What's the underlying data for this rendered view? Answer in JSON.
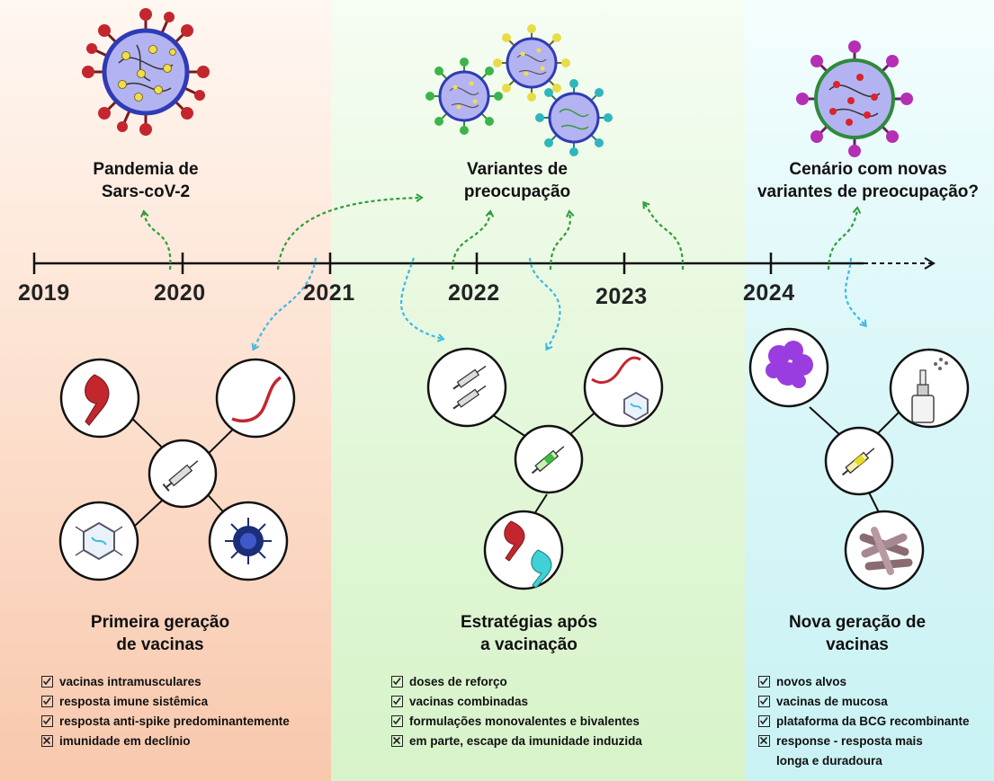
{
  "years": [
    "2019",
    "2020",
    "2021",
    "2022",
    "2023",
    "2024"
  ],
  "top_titles": {
    "pandemic": [
      "Pandemia de",
      "Sars-coV-2"
    ],
    "variants": [
      "Variantes de",
      "preocupação"
    ],
    "future": [
      "Cenário com novas",
      "variantes de preocupação?"
    ]
  },
  "sections": [
    {
      "title": [
        "Primeira geração",
        "de vacinas"
      ],
      "items": [
        {
          "text": "vacinas intramusculares",
          "icon": "check-box-icon"
        },
        {
          "text": "resposta imune sistêmica",
          "icon": "check-box-icon"
        },
        {
          "text": "resposta anti-spike predominantemente",
          "icon": "check-box-icon"
        },
        {
          "text": "imunidade em declínio",
          "icon": "cross-box-icon"
        }
      ]
    },
    {
      "title": [
        "Estratégias após",
        "a vacinação"
      ],
      "items": [
        {
          "text": "doses de reforço",
          "icon": "check-box-icon"
        },
        {
          "text": "vacinas combinadas",
          "icon": "check-box-icon"
        },
        {
          "text": "formulações monovalentes e bivalentes",
          "icon": "check-box-icon"
        },
        {
          "text": "em parte, escape da imunidade induzida",
          "icon": "cross-box-icon"
        }
      ]
    },
    {
      "title": [
        "Nova geração de",
        "vacinas"
      ],
      "items": [
        {
          "text": "novos alvos",
          "icon": "check-box-icon"
        },
        {
          "text": "vacinas de mucosa",
          "icon": "check-box-icon"
        },
        {
          "text": "plataforma da BCG recombinante",
          "icon": "check-box-icon"
        },
        {
          "text": "response - resposta mais",
          "icon": "cross-box-icon"
        },
        {
          "text": "longa e duradoura",
          "icon": ""
        }
      ]
    }
  ],
  "colors": {
    "virus_arrow": "#2e9e3a",
    "vaccine_arrow": "#3bb8e8",
    "panel_1": "#f8c8ad",
    "panel_2": "#d7f3c9",
    "panel_3": "#c9f2f4"
  }
}
